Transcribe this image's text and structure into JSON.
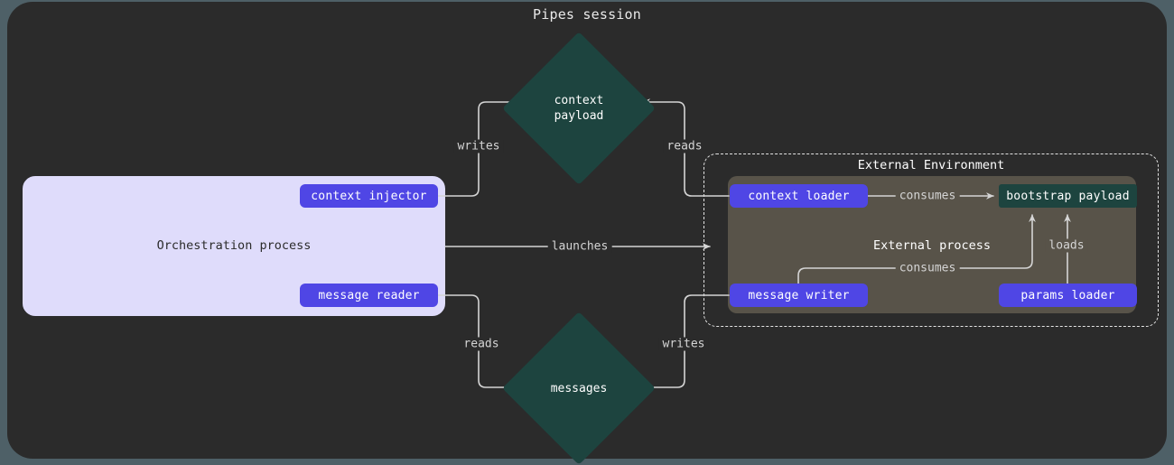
{
  "page": {
    "title": "Pipes session",
    "background_color": "#4e6067",
    "card_color": "#2b2b2b"
  },
  "colors": {
    "pill": "#4f46e5",
    "payload": "#1d443f",
    "host_cluster": "#dfdcfb",
    "process_cluster": "#585349",
    "edge": "#d5d5d5",
    "text_light": "#ffffff",
    "text_dark": "#2b2b2b"
  },
  "clusters": {
    "orchestration": {
      "label": "Orchestration process"
    },
    "external_environment": {
      "label": "External Environment"
    },
    "external_process": {
      "label": "External process"
    }
  },
  "nodes": {
    "context_injector": {
      "label": "context injector",
      "kind": "pill"
    },
    "message_reader": {
      "label": "message reader",
      "kind": "pill"
    },
    "context_loader": {
      "label": "context loader",
      "kind": "pill"
    },
    "message_writer": {
      "label": "message writer",
      "kind": "pill"
    },
    "params_loader": {
      "label": "params loader",
      "kind": "pill"
    },
    "bootstrap_payload": {
      "label": "bootstrap payload",
      "kind": "payload"
    },
    "context_payload": {
      "label": "context\npayload",
      "kind": "diamond"
    },
    "messages": {
      "label": "messages",
      "kind": "diamond"
    }
  },
  "edges": [
    {
      "id": "injector-writes-context",
      "label": "writes",
      "from": "context_injector",
      "to": "context_payload"
    },
    {
      "id": "loader-reads-context",
      "label": "reads",
      "from": "context_loader",
      "to": "context_payload"
    },
    {
      "id": "host-launches-external",
      "label": "launches",
      "from": "orchestration",
      "to": "external_process"
    },
    {
      "id": "reader-reads-messages",
      "label": "reads",
      "from": "message_reader",
      "to": "messages"
    },
    {
      "id": "writer-writes-messages",
      "label": "writes",
      "from": "message_writer",
      "to": "messages"
    },
    {
      "id": "loader-consumes-bootstrap",
      "label": "consumes",
      "from": "context_loader",
      "to": "bootstrap_payload"
    },
    {
      "id": "writer-consumes-bootstrap",
      "label": "consumes",
      "from": "message_writer",
      "to": "bootstrap_payload"
    },
    {
      "id": "params-loads-bootstrap",
      "label": "loads",
      "from": "params_loader",
      "to": "bootstrap_payload"
    }
  ]
}
